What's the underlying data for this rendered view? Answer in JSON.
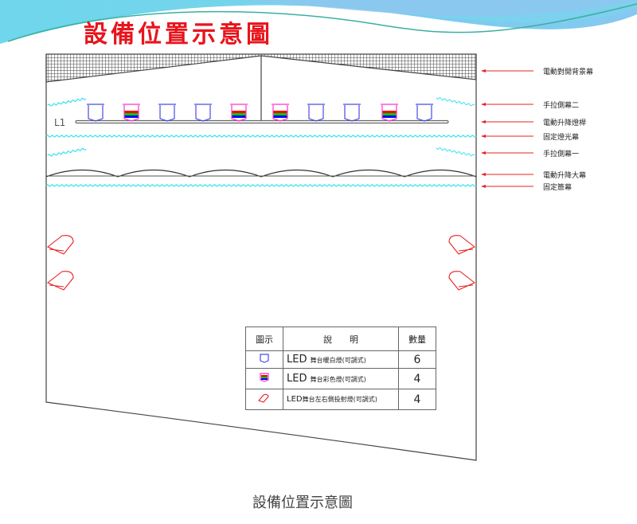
{
  "title": "設備位置示意圖",
  "caption": "設備位置示意圖",
  "bar_label": "L1",
  "labels": [
    "電動對開背景幕",
    "手拉側幕二",
    "電動升降燈桿",
    "固定燈光幕",
    "手拉側幕一",
    "電動升降大幕",
    "固定簷幕"
  ],
  "fixtures": [
    "warm",
    "color",
    "warm",
    "warm",
    "color",
    "color",
    "warm",
    "warm",
    "color",
    "warm"
  ],
  "legend": {
    "headers": [
      "圖示",
      "說　　明",
      "數量"
    ],
    "rows": [
      {
        "icon": "warm-white-light-icon",
        "prefix": "LED",
        "desc": "舞台暖白燈",
        "suffix": "(可調式)",
        "qty": "6"
      },
      {
        "icon": "color-light-icon",
        "prefix": "LED",
        "desc": "舞台彩色燈",
        "suffix": "(可調式)",
        "qty": "4"
      },
      {
        "icon": "side-spotlight-icon",
        "prefix": "LED",
        "desc": "舞台左右側投射燈",
        "suffix": "(可調式)",
        "qty": "4"
      }
    ]
  },
  "colors": {
    "title": "#e8141c",
    "wave": "#33e0f0",
    "warm": "#4a4ae8",
    "color_frame": "#ff33cc",
    "arrow": "#e82020"
  }
}
